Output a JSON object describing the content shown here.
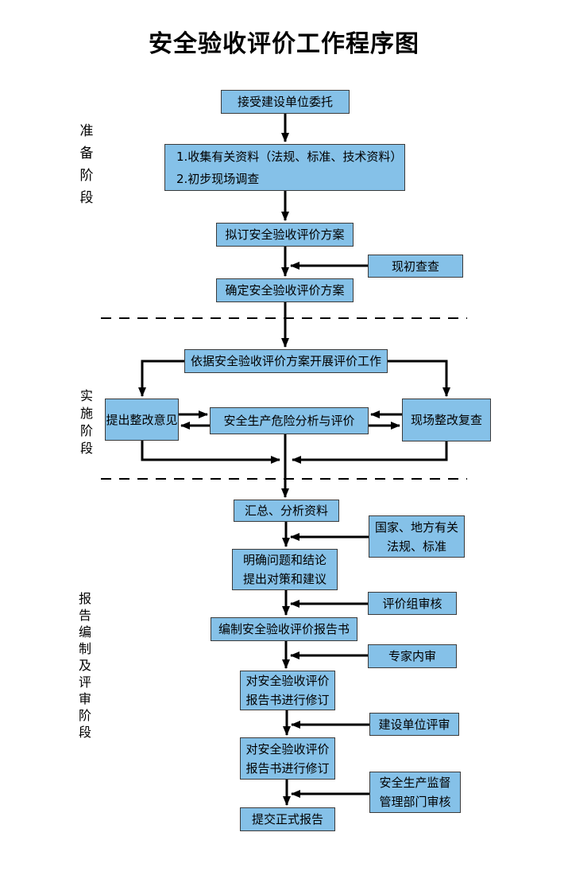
{
  "title": "安全验收评价工作程序图",
  "phases": {
    "preparation": "准备阶段",
    "implementation": "实施阶段",
    "reporting": "报告编制及评审阶段"
  },
  "nodes": {
    "accept": "接受建设单位委托",
    "collect": [
      "1.收集有关资料（法规、标准、技术资料）",
      "2.初步现场调查"
    ],
    "draft_plan": "拟订安全验收评价方案",
    "initial_survey": "现初查查",
    "confirm_plan": "确定安全验收评价方案",
    "carry_out": "依据安全验收评价方案开展评价工作",
    "rectify_opinion": "提出整改意见",
    "hazard_analysis": "安全生产危险分析与评价",
    "site_recheck": "现场整改复查",
    "summarize": "汇总、分析资料",
    "regulations": [
      "国家、地方有关",
      "法规、标准"
    ],
    "clarify": [
      "明确问题和结论",
      "提出对策和建议"
    ],
    "group_review": "评价组审核",
    "compile_report": "编制安全验收评价报告书",
    "expert_review": "专家内审",
    "revise1": [
      "对安全验收评价",
      "报告书进行修订"
    ],
    "owner_review": "建设单位评审",
    "revise2": [
      "对安全验收评价",
      "报告书进行修订"
    ],
    "authority_review": [
      "安全生产监督",
      "管理部门审核"
    ],
    "submit": "提交正式报告"
  },
  "colors": {
    "node_fill": "#85C1E8",
    "node_border": "#3b3b3b",
    "line": "#000000"
  }
}
